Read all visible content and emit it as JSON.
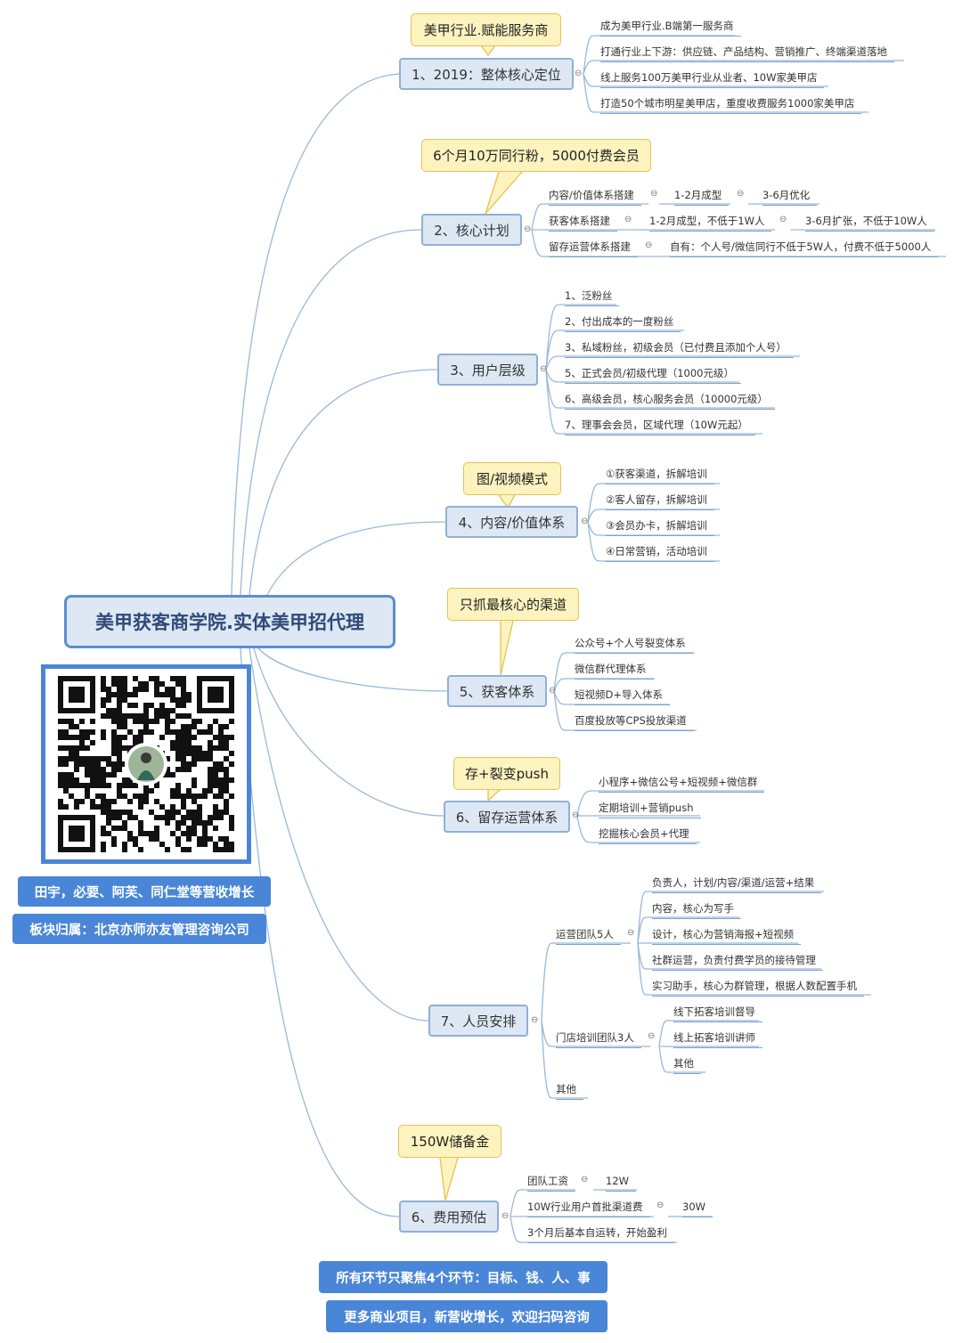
{
  "root": {
    "title": "美甲获客商学院.实体美甲招代理"
  },
  "side_banners": [
    "田宇，必要、阿芙、同仁堂等营收增长",
    "板块归属：北京亦师亦友管理咨询公司"
  ],
  "bottom_banners": [
    "所有环节只聚焦4个环节：目标、钱、人、事",
    "更多商业项目，新营收增长，欢迎扫码咨询"
  ],
  "branches": [
    {
      "label": "1、2019：整体核心定位",
      "callout": "美甲行业.赋能服务商",
      "items": [
        "成为美甲行业.B端第一服务商",
        "打通行业上下游：供应链、产品结构、营销推广、终端渠道落地",
        "线上服务100万美甲行业从业者、10W家美甲店",
        "打造50个城市明星美甲店，重度收费服务1000家美甲店"
      ]
    },
    {
      "label": "2、核心计划",
      "callout": "6个月10万同行粉，5000付费会员",
      "rows": [
        [
          "内容/价值体系搭建",
          "1-2月成型",
          "3-6月优化"
        ],
        [
          "获客体系搭建",
          "1-2月成型，不低于1W人",
          "3-6月扩张，不低于10W人"
        ],
        [
          "留存运营体系搭建",
          "自有：个人号/微信同行不低于5W人，付费不低于5000人"
        ]
      ]
    },
    {
      "label": "3、用户层级",
      "items": [
        "1、泛粉丝",
        "2、付出成本的一度粉丝",
        "3、私域粉丝，初级会员（已付费且添加个人号）",
        "5、正式会员/初级代理（1000元级）",
        "6、高级会员，核心服务会员（10000元级）",
        "7、理事会会员，区域代理（10W元起）"
      ]
    },
    {
      "label": "4、内容/价值体系",
      "callout": "图/视频模式",
      "items": [
        "①获客渠道，拆解培训",
        "②客人留存，拆解培训",
        "③会员办卡，拆解培训",
        "④日常营销，活动培训"
      ]
    },
    {
      "label": "5、获客体系",
      "callout": "只抓最核心的渠道",
      "items": [
        "公众号+个人号裂变体系",
        "微信群代理体系",
        "短视频D+导入体系",
        "百度投放等CPS投放渠道"
      ]
    },
    {
      "label": "6、留存运营体系",
      "callout": "存+裂变push",
      "items": [
        "小程序+微信公号+短视频+微信群",
        "定期培训+营销push",
        "挖掘核心会员+代理"
      ]
    },
    {
      "label": "7、人员安排",
      "groups": [
        {
          "label": "运营团队5人",
          "items": [
            "负责人，计划/内容/渠道/运营+结果",
            "内容，核心为写手",
            "设计，核心为营销海报+短视频",
            "社群运营，负责付费学员的接待管理",
            "实习助手，核心为群管理，根据人数配置手机"
          ]
        },
        {
          "label": "门店培训团队3人",
          "items": [
            "线下拓客培训督导",
            "线上拓客培训讲师",
            "其他"
          ]
        },
        {
          "label": "其他",
          "items": []
        }
      ]
    },
    {
      "label": "6、费用预估",
      "callout": "150W储备金",
      "rows": [
        [
          "团队工资",
          "12W"
        ],
        [
          "10W行业用户首批渠道费",
          "30W"
        ],
        [
          "3个月后基本自运转，开始盈利"
        ]
      ]
    }
  ],
  "icons": {
    "collapse": "collapse-icon",
    "qr": "qr-code-icon",
    "avatar": "avatar-icon"
  },
  "colors": {
    "accent": "#4a86d8",
    "node_fill": "#dde8f4",
    "callout_fill": "#fdf3bf",
    "line": "#8fb0d6"
  }
}
